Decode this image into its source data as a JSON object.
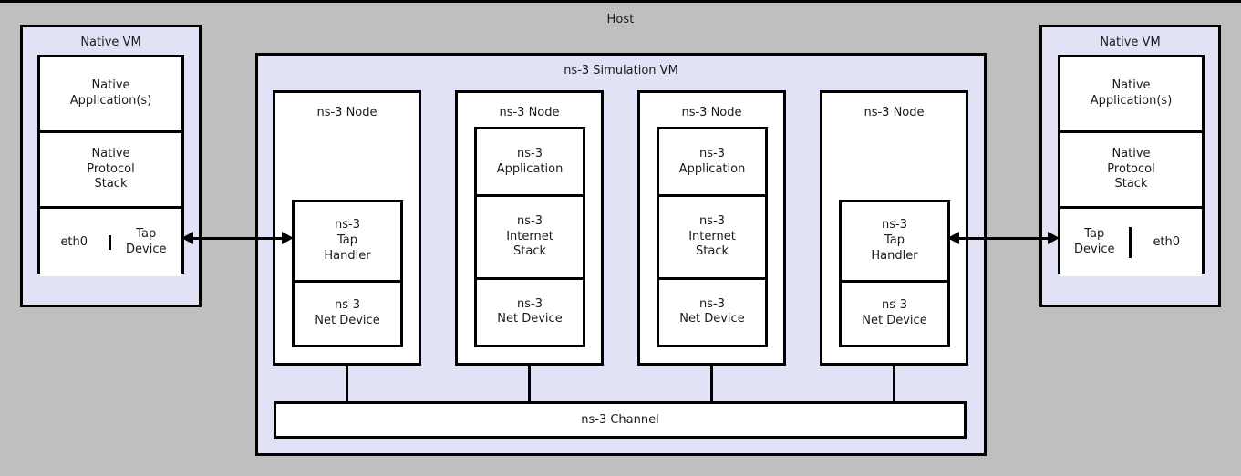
{
  "host": {
    "title": "Host",
    "bg_color": "#bfbfbf"
  },
  "colors": {
    "vm_fill": "#e2e2f7",
    "box_fill": "#ffffff",
    "stroke": "#000000",
    "host_fill": "#bfbfbf"
  },
  "left_vm": {
    "title": "Native VM",
    "cells": {
      "application": "Native\nApplication(s)",
      "protocol_stack": "Native\nProtocol\nStack",
      "left_device": "eth0",
      "right_device": "Tap\nDevice"
    }
  },
  "right_vm": {
    "title": "Native VM",
    "cells": {
      "application": "Native\nApplication(s)",
      "protocol_stack": "Native\nProtocol\nStack",
      "left_device": "Tap\nDevice",
      "right_device": "eth0"
    }
  },
  "sim_vm": {
    "title": "ns-3 Simulation VM",
    "channel": "ns-3 Channel",
    "nodes": [
      {
        "title": "ns-3 Node",
        "layers": [
          "ns-3\nTap\nHandler",
          "ns-3\nNet Device"
        ]
      },
      {
        "title": "ns-3 Node",
        "layers": [
          "ns-3\nApplication",
          "ns-3\nInternet\nStack",
          "ns-3\nNet Device"
        ]
      },
      {
        "title": "ns-3 Node",
        "layers": [
          "ns-3\nApplication",
          "ns-3\nInternet\nStack",
          "ns-3\nNet Device"
        ]
      },
      {
        "title": "ns-3 Node",
        "layers": [
          "ns-3\nTap\nHandler",
          "ns-3\nNet Device"
        ]
      }
    ]
  },
  "connectors": {
    "left_arrow_label": "",
    "right_arrow_label": ""
  }
}
